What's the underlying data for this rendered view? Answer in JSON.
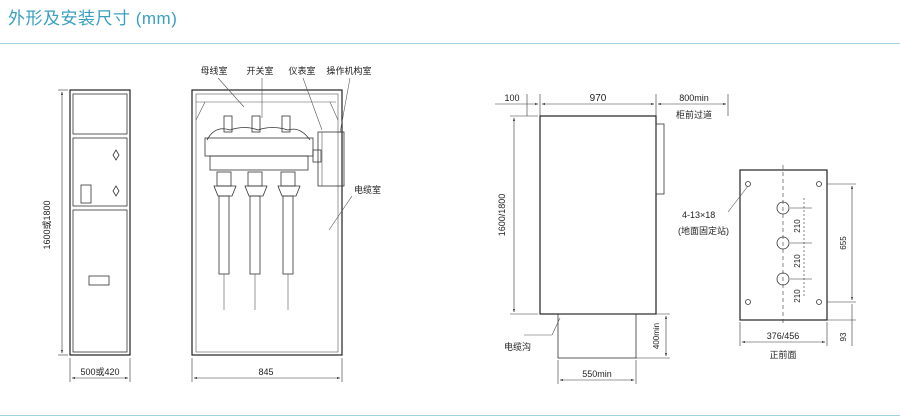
{
  "title": "外形及安装尺寸 (mm)",
  "front_view": {
    "height_label": "1600或1800",
    "width_label": "500或420"
  },
  "side_section": {
    "labels": {
      "busbar_room": "母线室",
      "switch_room": "开关室",
      "instrument_room": "仪表室",
      "mechanism_room": "操作机构室",
      "cable_room": "电缆室"
    },
    "depth_label": "845"
  },
  "install_view": {
    "top_left": "100",
    "depth": "970",
    "rear_clearance": "800min",
    "rear_clearance_note": "柜前过道",
    "height": "1600/1800",
    "trench_depth": "400min",
    "trench_width": "550min",
    "trench_label": "电缆沟"
  },
  "base_view": {
    "holes_label": "4-13×18",
    "holes_note": "(地面固定站)",
    "pitch_1": "210",
    "pitch_2": "210",
    "pitch_3": "210",
    "total_depth": "655",
    "width_label": "376/456",
    "offset_label": "93",
    "front_label": "正前面"
  }
}
